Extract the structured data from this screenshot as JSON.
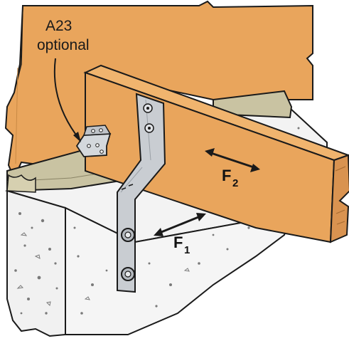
{
  "callout": {
    "line1": "A23",
    "line2": "optional"
  },
  "forces": {
    "f1": {
      "letter": "F",
      "sub": "1"
    },
    "f2": {
      "letter": "F",
      "sub": "2"
    }
  },
  "colors": {
    "wood": "#E9A55C",
    "wood_dark": "#C98A45",
    "sill": "#C9C3A2",
    "concrete": "#F4F4F4",
    "metal": "#C9CDD2",
    "outline": "#1A1A1A"
  }
}
